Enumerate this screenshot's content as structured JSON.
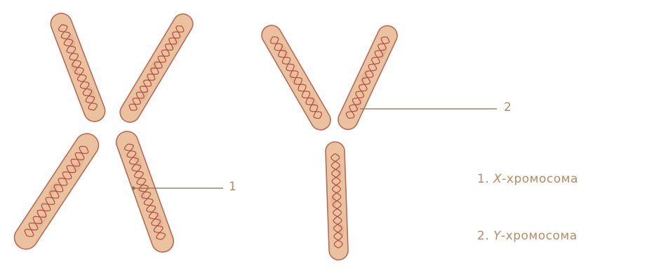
{
  "colors": {
    "chromatid_fill": "#ebc2a0",
    "chromatid_edge": "#b96a55",
    "dna_strand": "#b1473f",
    "leader_line": "#8e6b52",
    "label_text": "#b98a5e"
  },
  "callouts": {
    "one": "1",
    "two": "2"
  },
  "legend": {
    "items": [
      {
        "number": "1.",
        "letter": "X",
        "rest": "-хромосома"
      },
      {
        "number": "2.",
        "letter": "Y",
        "rest": "-хромосома"
      }
    ]
  }
}
